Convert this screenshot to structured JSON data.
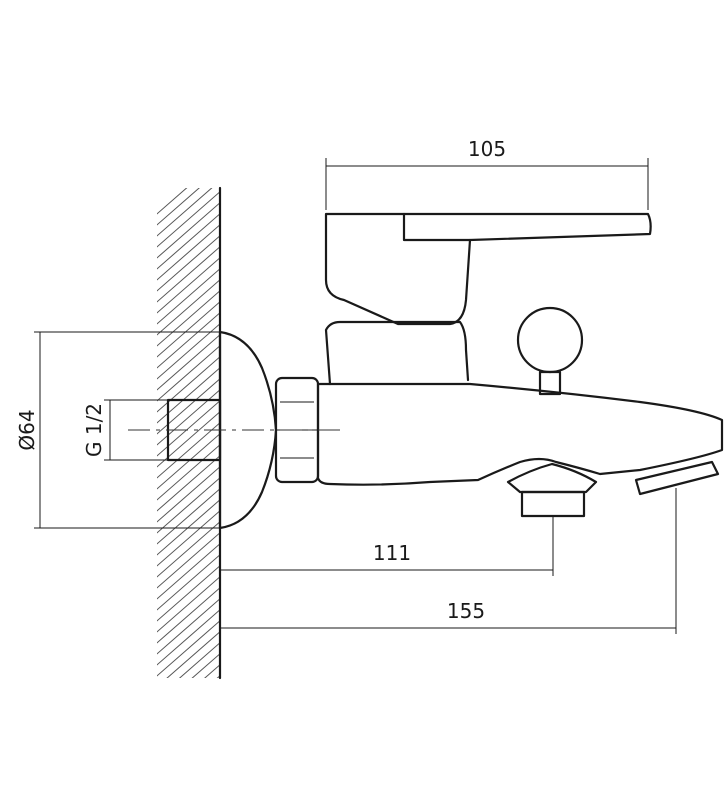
{
  "dimensions": {
    "width_top": "105",
    "diameter": "Ø64",
    "thread": "G 1/2",
    "outlet_distance": "111",
    "spout_reach": "155"
  },
  "colors": {
    "line": "#1a1a1a",
    "background": "#ffffff"
  }
}
